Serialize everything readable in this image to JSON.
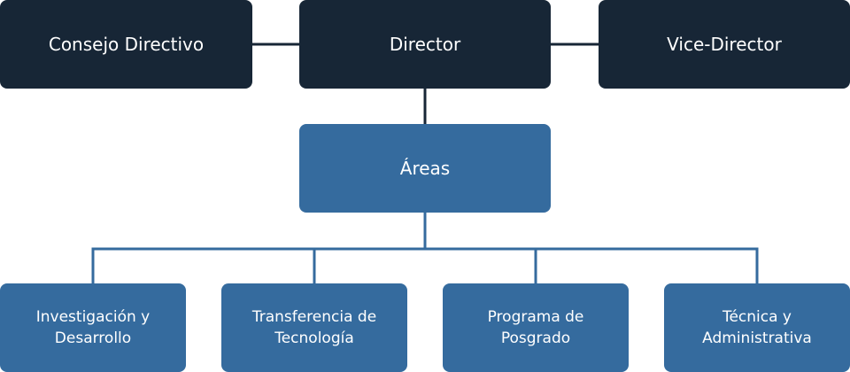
{
  "colors": {
    "dark_box": "#172636",
    "blue_box": "#356b9e",
    "dark_connector": "#172636",
    "blue_connector": "#356b9e",
    "text": "#ffffff"
  },
  "top_row": {
    "council": "Consejo Directivo",
    "director": "Director",
    "vice_director": "Vice-Director"
  },
  "middle": {
    "areas": "Áreas"
  },
  "bottom_row": [
    {
      "line1": "Investigación y",
      "line2": "Desarrollo"
    },
    {
      "line1": "Transferencia de",
      "line2": "Tecnología"
    },
    {
      "line1": "Programa de",
      "line2": "Posgrado"
    },
    {
      "line1": "Técnica y",
      "line2": "Administrativa"
    }
  ]
}
